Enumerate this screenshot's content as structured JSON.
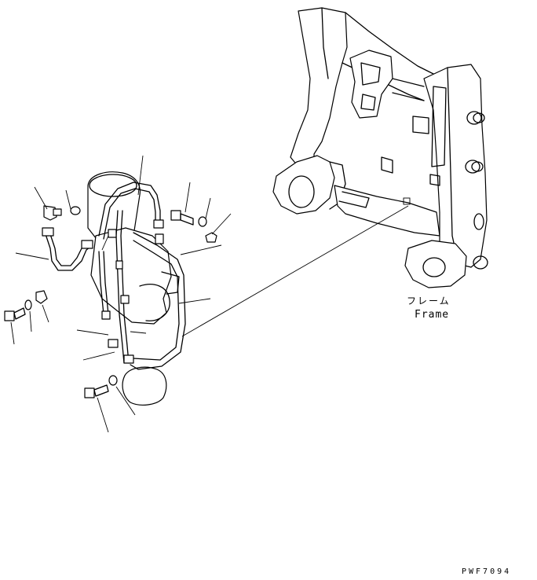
{
  "labels": {
    "frame_jp": "フレーム",
    "frame_en": "Frame",
    "drawing_code": "PWF7094"
  },
  "colors": {
    "ink": "#000000",
    "paper": "#ffffff"
  }
}
